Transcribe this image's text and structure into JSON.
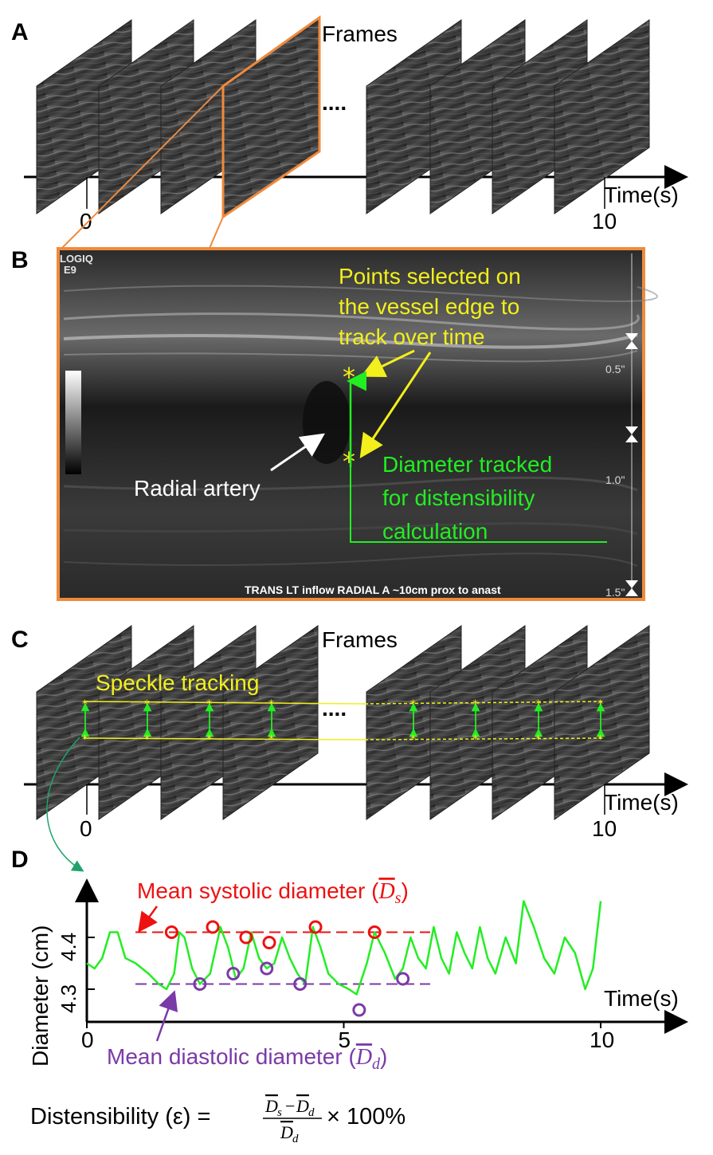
{
  "panels": {
    "a": {
      "letter": "A",
      "frames_label": "Frames",
      "ellipsis": "....",
      "axis_label": "Time(s)",
      "tick_start": "0",
      "tick_end": "10"
    },
    "b": {
      "letter": "B",
      "device_line1": "LOGIQ",
      "device_line2": "E9",
      "depth_ticks": [
        "0.5\"",
        "1.0\"",
        "1.5\""
      ],
      "caption": "TRANS LT inflow RADIAL A ~10cm prox to anast",
      "points_label_lines": [
        "Points selected on",
        "the vessel edge to",
        "track over time"
      ],
      "artery_label": "Radial artery",
      "diameter_label_lines": [
        "Diameter tracked",
        "for distensibility",
        "calculation"
      ]
    },
    "c": {
      "letter": "C",
      "frames_label": "Frames",
      "tracking_label": "Speckle tracking",
      "ellipsis": "....",
      "axis_label": "Time(s)",
      "tick_start": "0",
      "tick_end": "10"
    },
    "d": {
      "letter": "D",
      "systolic_label": "Mean systolic diameter (",
      "systolic_sym": "D",
      "systolic_sub": "s",
      "diastolic_label": "Mean diastolic diameter (",
      "diastolic_sym": "D",
      "diastolic_sub": "d",
      "close_paren": ")",
      "formula_prefix": "Distensibility (ε) =",
      "formula_times": "× 100%"
    }
  },
  "colors": {
    "frame_outline": "#f08a3c",
    "annotation_yellow": "#f2ef1c",
    "diameter_green": "#22ee22",
    "systolic_red": "#ee1111",
    "diastolic_purple": "#7a3aa8",
    "curve_green": "#22ee22"
  },
  "chart_data": {
    "type": "line",
    "xlabel": "Time(s)",
    "ylabel": "Diameter (cm)",
    "x_ticks": [
      0,
      5,
      10
    ],
    "y_ticks": [
      4.3,
      4.4
    ],
    "xlim": [
      0,
      10
    ],
    "ylim": [
      4.24,
      4.52
    ],
    "series": [
      {
        "values_x": [
          0,
          0.15,
          0.3,
          0.45,
          0.6,
          0.75,
          0.95,
          1.2,
          1.4,
          1.55,
          1.7,
          1.8,
          1.9,
          2.05,
          2.2,
          2.4,
          2.6,
          2.75,
          2.9,
          3.05,
          3.2,
          3.35,
          3.5,
          3.65,
          3.8,
          3.95,
          4.1,
          4.25,
          4.4,
          4.55,
          4.7,
          4.9,
          5.1,
          5.25,
          5.45,
          5.6,
          5.8,
          6.0,
          6.15,
          6.3,
          6.45,
          6.6,
          6.75,
          6.9,
          7.05,
          7.2,
          7.35,
          7.5,
          7.65,
          7.8,
          7.95,
          8.15,
          8.35,
          8.5,
          8.7,
          8.9,
          9.1,
          9.3,
          9.5,
          9.7,
          9.85,
          10.0
        ],
        "values_y": [
          4.35,
          4.34,
          4.36,
          4.41,
          4.41,
          4.36,
          4.35,
          4.33,
          4.31,
          4.3,
          4.33,
          4.41,
          4.4,
          4.34,
          4.31,
          4.33,
          4.42,
          4.38,
          4.32,
          4.34,
          4.41,
          4.36,
          4.34,
          4.35,
          4.4,
          4.36,
          4.33,
          4.31,
          4.42,
          4.38,
          4.33,
          4.31,
          4.3,
          4.29,
          4.35,
          4.41,
          4.37,
          4.32,
          4.34,
          4.4,
          4.36,
          4.34,
          4.42,
          4.36,
          4.33,
          4.41,
          4.37,
          4.34,
          4.42,
          4.36,
          4.33,
          4.4,
          4.35,
          4.47,
          4.42,
          4.36,
          4.33,
          4.4,
          4.37,
          4.3,
          4.34,
          4.47
        ]
      }
    ],
    "systolic_points": [
      [
        1.65,
        4.41
      ],
      [
        2.45,
        4.42
      ],
      [
        3.1,
        4.4
      ],
      [
        3.55,
        4.39
      ],
      [
        4.45,
        4.42
      ],
      [
        5.6,
        4.41
      ]
    ],
    "diastolic_points": [
      [
        2.2,
        4.31
      ],
      [
        2.85,
        4.33
      ],
      [
        3.5,
        4.34
      ],
      [
        4.15,
        4.31
      ],
      [
        5.3,
        4.26
      ],
      [
        6.15,
        4.32
      ]
    ],
    "systolic_mean": 4.41,
    "diastolic_mean": 4.31
  }
}
